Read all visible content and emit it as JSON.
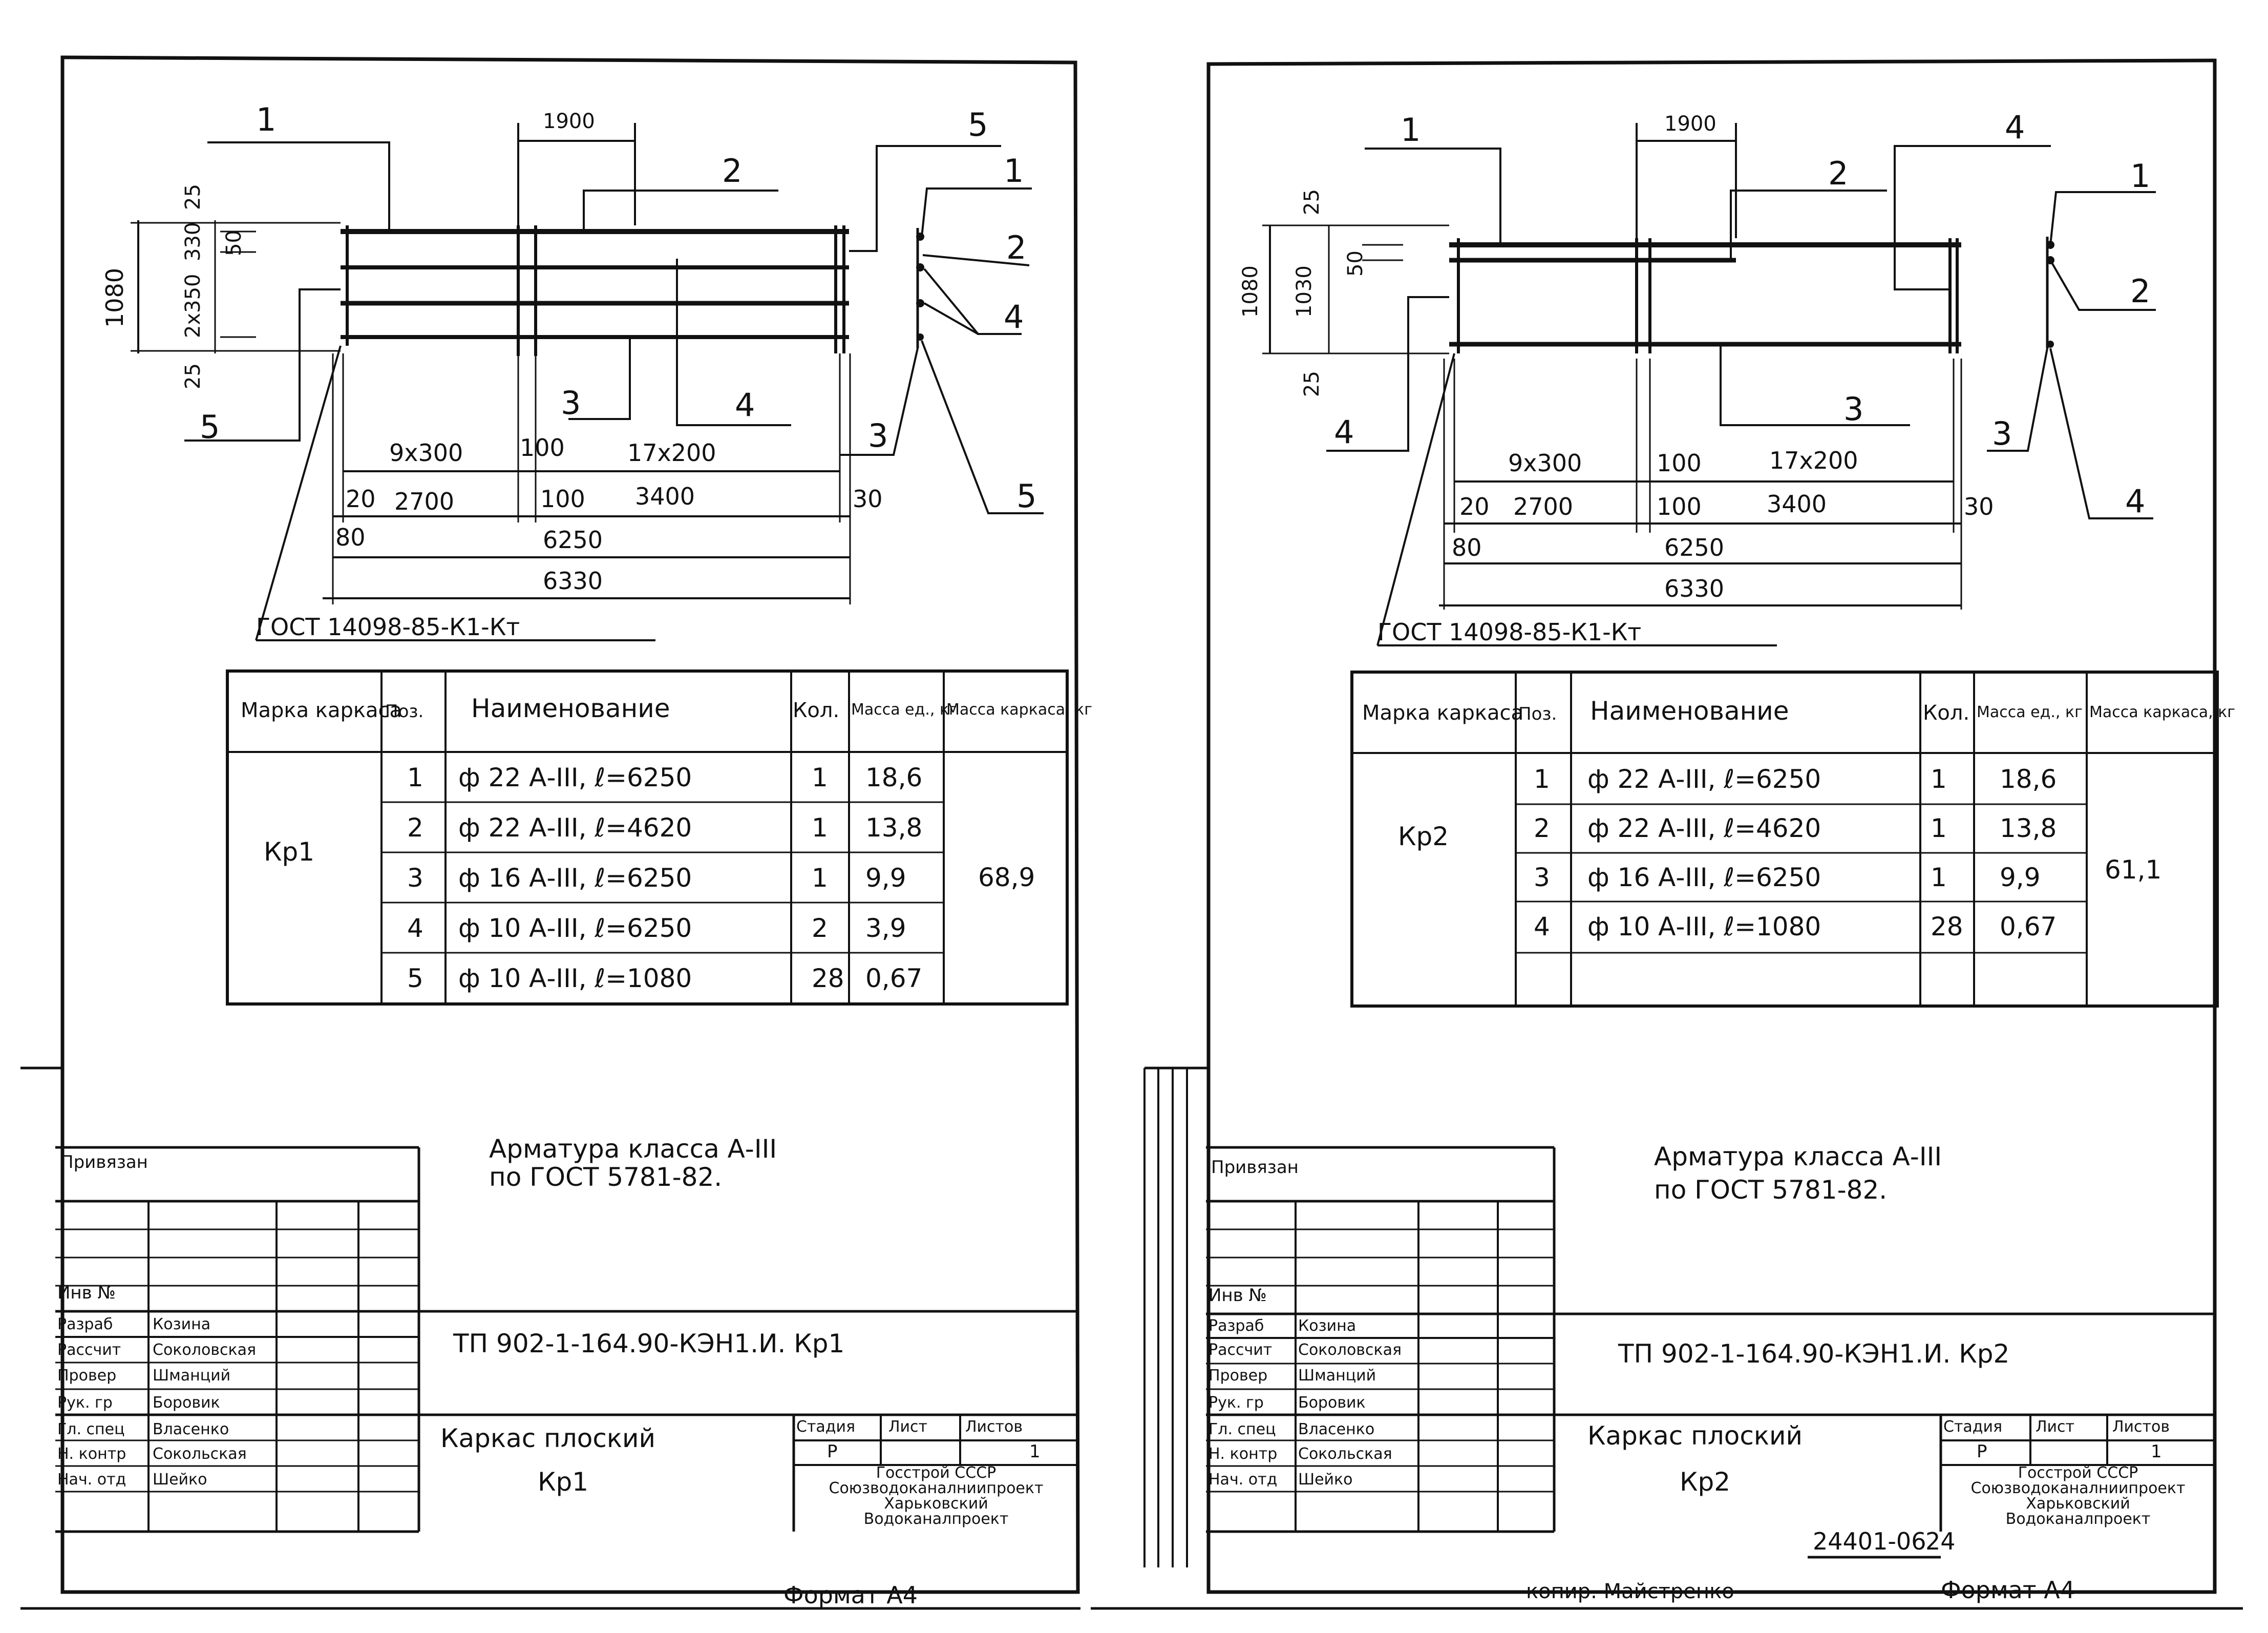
{
  "common": {
    "gost_product": "ГОСТ 14098-85-К1-Кт",
    "dim_top": "1900",
    "dims": {
      "d25": "25",
      "d330": "330",
      "d50": "50",
      "d2x350": "2x350",
      "d1080": "1080",
      "d1030": "1030",
      "d9x300": "9x300",
      "d100": "100",
      "d17x200": "17x200",
      "d20": "20",
      "d2700": "2700",
      "d3400": "3400",
      "d30": "30",
      "d80": "80",
      "d6250": "6250",
      "d6330": "6330"
    },
    "table_headers": {
      "marka": "Марка каркаса",
      "poz": "Поз.",
      "name": "Наименование",
      "kol": "Кол.",
      "mass_unit": "Масса ед., кг",
      "mass_total": "Масса каркаса, кг"
    },
    "steel_note_1": "Арматура класса А-III",
    "steel_note_2": "по ГОСТ 5781-82.",
    "stamp": {
      "privyazan": "Привязан",
      "inv": "Инв №",
      "roles": [
        "Разраб",
        "Рассчит",
        "Провер",
        "Рук. гр",
        "Гл. спец",
        "Н. контр",
        "Нач. отд"
      ],
      "people": [
        "Козина",
        "Соколовская",
        "Шманций",
        "Боровик",
        "Власенко",
        "Сокольская",
        "Шейко"
      ],
      "stage_h": "Стадия",
      "sheet_h": "Лист",
      "sheets_h": "Листов",
      "stage": "Р",
      "sheet": "1",
      "org": [
        "Госстрой СССР",
        "Союзводоканалниипроект",
        "Харьковский",
        "Водоканалпроект"
      ],
      "title_word": "Каркас плоский"
    },
    "format": "Формат А4"
  },
  "sheets": [
    {
      "name": "Кр1",
      "doc_code": "ТП 902-1-164.90-КЭН1.И. Кр1",
      "callouts": [
        "1",
        "2",
        "3",
        "4",
        "5"
      ],
      "section_callouts": [
        "1",
        "2",
        "4",
        "3",
        "5"
      ],
      "mass_total": "68,9",
      "rows": [
        {
          "poz": "1",
          "name": "ф 22 А-III, ℓ=6250",
          "kol": "1",
          "mass": "18,6"
        },
        {
          "poz": "2",
          "name": "ф 22 А-III, ℓ=4620",
          "kol": "1",
          "mass": "13,8"
        },
        {
          "poz": "3",
          "name": "ф 16 А-III, ℓ=6250",
          "kol": "1",
          "mass": "9,9"
        },
        {
          "poz": "4",
          "name": "ф 10 А-III, ℓ=6250",
          "kol": "2",
          "mass": "3,9"
        },
        {
          "poz": "5",
          "name": "ф 10 А-III, ℓ=1080",
          "kol": "28",
          "mass": "0,67"
        }
      ]
    },
    {
      "name": "Кр2",
      "doc_code": "ТП 902-1-164.90-КЭН1.И. Кр2",
      "callouts": [
        "1",
        "2",
        "3",
        "4"
      ],
      "section_callouts": [
        "1",
        "2",
        "3",
        "4"
      ],
      "mass_total": "61,1",
      "rows": [
        {
          "poz": "1",
          "name": "ф 22 А-III, ℓ=6250",
          "kol": "1",
          "mass": "18,6"
        },
        {
          "poz": "2",
          "name": "ф 22 А-III, ℓ=4620",
          "kol": "1",
          "mass": "13,8"
        },
        {
          "poz": "3",
          "name": "ф 16 А-III, ℓ=6250",
          "kol": "1",
          "mass": "9,9"
        },
        {
          "poz": "4",
          "name": "ф 10 А-III, ℓ=1080",
          "kol": "28",
          "mass": "0,67"
        }
      ],
      "archive_no": "24401-06",
      "archive_page": "24",
      "copier": "копир. Майстренко"
    }
  ]
}
